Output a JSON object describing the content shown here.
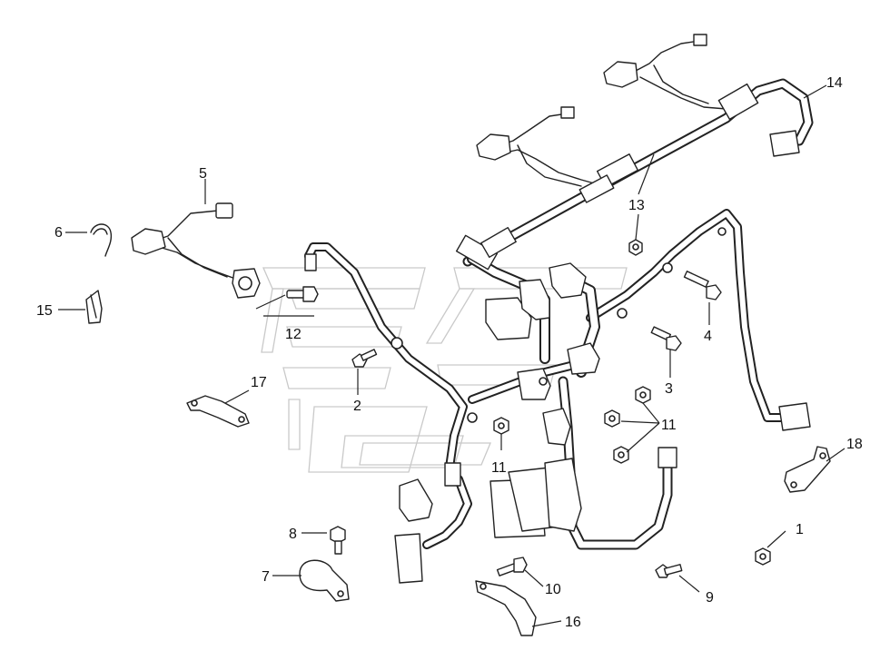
{
  "callouts": {
    "c1": "1",
    "c2": "2",
    "c3": "3",
    "c4": "4",
    "c5": "5",
    "c6": "6",
    "c7": "7",
    "c8": "8",
    "c9": "9",
    "c10": "10",
    "c11a": "11",
    "c11b": "11",
    "c12": "12",
    "c13": "13",
    "c14": "14",
    "c15": "15",
    "c16": "16",
    "c17": "17",
    "c18": "18"
  },
  "colors": {
    "line": "#222222",
    "watermark": "#c9c9c9",
    "background": "#ffffff"
  }
}
